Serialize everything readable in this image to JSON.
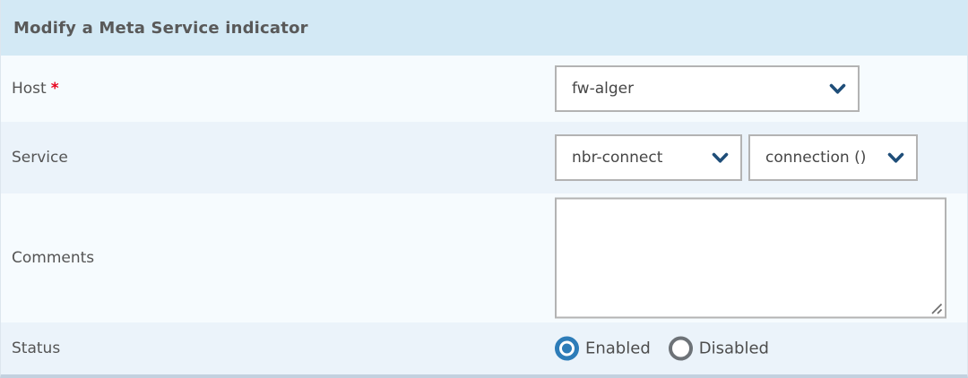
{
  "header": {
    "title": "Modify a Meta Service indicator"
  },
  "rows": {
    "host": {
      "label": "Host",
      "required_marker": "*",
      "select_value": "fw-alger"
    },
    "service": {
      "label": "Service",
      "service_select_value": "nbr-connect",
      "metric_select_value": "connection ()"
    },
    "comments": {
      "label": "Comments",
      "value": ""
    },
    "status": {
      "label": "Status",
      "options": [
        {
          "label": "Enabled",
          "selected": true
        },
        {
          "label": "Disabled",
          "selected": false
        }
      ]
    }
  },
  "icons": {
    "select_expander": "chevron-down",
    "textarea_corner": "resize-handle"
  },
  "colors": {
    "header_bg": "#d3e9f5",
    "row_light_bg": "#f6fbfe",
    "row_shaded_bg": "#ebf3fa",
    "bottom_border": "#c3d1df",
    "field_border": "#b3b3b3",
    "text": "#545454",
    "required_red": "#e8001c",
    "chevron_navy": "#1f4e79",
    "radio_selected_blue": "#2d7cb8",
    "radio_unselected_gray": "#6d7277"
  }
}
